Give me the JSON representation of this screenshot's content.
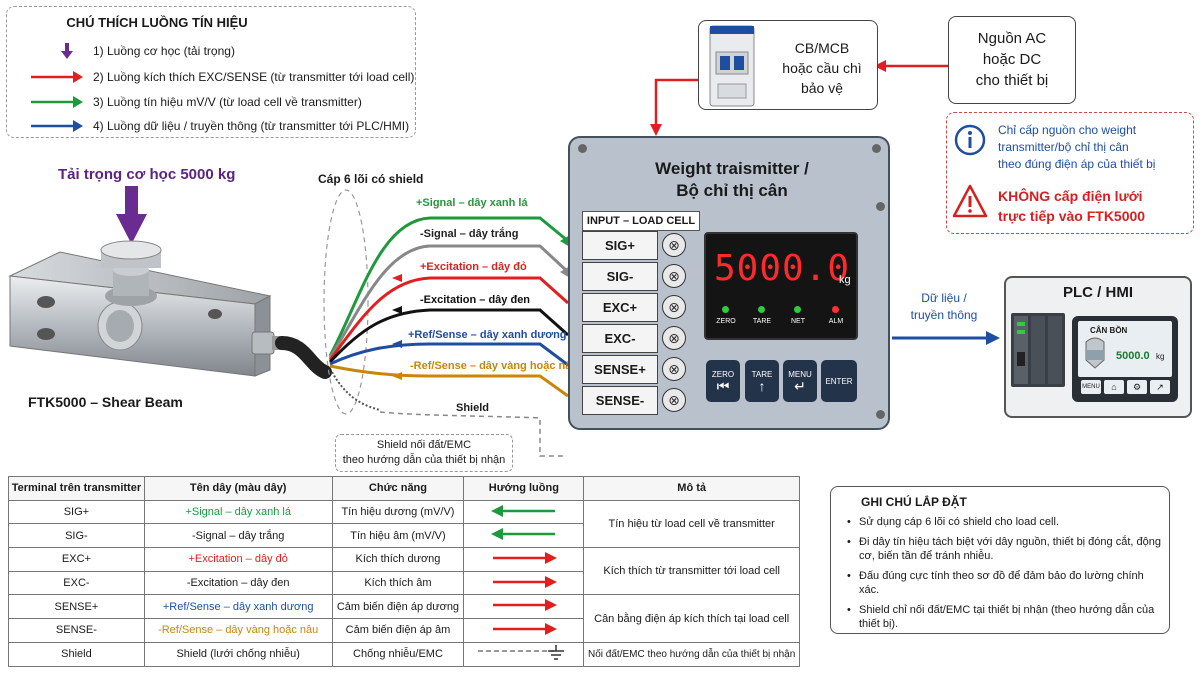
{
  "legend": {
    "title": "CHÚ THÍCH LUỒNG TÍN HIỆU",
    "items": [
      {
        "label": "1) Luồng cơ học (tải trọng)",
        "color": "#6a2c91"
      },
      {
        "label": "2) Luồng kích thích EXC/SENSE (từ transmitter tới load cell)",
        "color": "#e02020"
      },
      {
        "label": "3) Luồng tín hiệu mV/V (từ load cell về transmitter)",
        "color": "#1e9a3c"
      },
      {
        "label": "4) Luồng dữ liệu / truyền thông (từ transmitter tới PLC/HMI)",
        "color": "#1f4ea0"
      }
    ]
  },
  "load": {
    "label": "Tải trọng cơ học 5000 kg"
  },
  "loadcell": {
    "label": "FTK5000 – Shear Beam"
  },
  "cable": {
    "label": "Cáp 6 lõi có shield"
  },
  "wires": [
    {
      "label": "+Signal – dây xanh lá",
      "color": "#1e9a3c"
    },
    {
      "label": "-Signal – dây trắng",
      "color": "#888888"
    },
    {
      "label": "+Excitation – dây đỏ",
      "color": "#e02020"
    },
    {
      "label": "-Excitation – dây đen",
      "color": "#111111"
    },
    {
      "label": "+Ref/Sense – dây xanh dương",
      "color": "#1f4ea0"
    },
    {
      "label": "-Ref/Sense – dây vàng hoặc nâu",
      "color": "#c8860a"
    }
  ],
  "shield": {
    "label": "Shield",
    "note_line1": "Shield nối đất/EMC",
    "note_line2": "theo hướng dẫn của thiết bị nhận"
  },
  "device": {
    "title_line1": "Weight traismitter /",
    "title_line2": "Bộ chỉ thị cân",
    "input_label": "INPUT – LOAD CELL",
    "terminals": [
      "SIG+",
      "SIG-",
      "EXC+",
      "EXC-",
      "SENSE+",
      "SENSE-"
    ],
    "display_value": "5000.0",
    "display_unit": "kg",
    "leds": [
      {
        "label": "ZERO",
        "color": "#2ecc40"
      },
      {
        "label": "TARE",
        "color": "#2ecc40"
      },
      {
        "label": "NET",
        "color": "#2ecc40"
      },
      {
        "label": "ALM",
        "color": "#ff3030"
      }
    ],
    "keys": [
      {
        "label": "ZERO",
        "icon": "⏮"
      },
      {
        "label": "TARE",
        "icon": "↑"
      },
      {
        "label": "MENU",
        "icon": "↵"
      },
      {
        "label": "ENTER",
        "icon": ""
      }
    ]
  },
  "breaker": {
    "line1": "CB/MCB",
    "line2": "hoặc cầu chì",
    "line3": "bảo vệ"
  },
  "power": {
    "line1": "Nguồn AC",
    "line2": "hoặc DC",
    "line3": "cho thiết bị"
  },
  "info_note": {
    "line1": "Chỉ cấp nguồn cho weight",
    "line2": "transmitter/bộ chỉ thị cân",
    "line3": "theo đúng điện áp của thiết bị"
  },
  "warning_note": {
    "line1": "KHÔNG cấp điện lưới",
    "line2": "trực tiếp vào FTK5000"
  },
  "data_link": {
    "line1": "Dữ liệu /",
    "line2": "truyền thông"
  },
  "plc": {
    "title": "PLC / HMI",
    "hmi_title": "CÂN BỒN",
    "hmi_value": "5000.0",
    "hmi_unit": "kg",
    "hmi_menu": "MENU"
  },
  "table": {
    "headers": [
      "Terminal trên transmitter",
      "Tên dây (màu dây)",
      "Chức năng",
      "Hướng luồng",
      "Mô tả"
    ],
    "rows": [
      {
        "terminal": "SIG+",
        "wire": "+Signal – dây xanh lá",
        "wire_color": "#1e9a3c",
        "function": "Tín hiệu dương (mV/V)",
        "direction": "left"
      },
      {
        "terminal": "SIG-",
        "wire": "-Signal – dây trắng",
        "wire_color": "#222222",
        "function": "Tín hiệu âm (mV/V)",
        "direction": "left"
      },
      {
        "terminal": "EXC+",
        "wire": "+Excitation – dây đỏ",
        "wire_color": "#e02020",
        "function": "Kích thích dương",
        "direction": "right"
      },
      {
        "terminal": "EXC-",
        "wire": "-Excitation – dây đen",
        "wire_color": "#222222",
        "function": "Kích thích âm",
        "direction": "right"
      },
      {
        "terminal": "SENSE+",
        "wire": "+Ref/Sense – dây xanh dương",
        "wire_color": "#1f4ea0",
        "function": "Cảm biến điện áp dương",
        "direction": "right"
      },
      {
        "terminal": "SENSE-",
        "wire": "-Ref/Sense – dây vàng hoặc nâu",
        "wire_color": "#c8860a",
        "function": "Cảm biến điện áp âm",
        "direction": "right"
      },
      {
        "terminal": "Shield",
        "wire": "Shield (lưới chống nhiễu)",
        "wire_color": "#222222",
        "function": "Chống nhiễu/EMC",
        "direction": "ground"
      }
    ],
    "descriptions": [
      "Tín hiệu từ load cell về transmitter",
      "Kích thích từ transmitter tới load cell",
      "Cân bằng điện áp kích thích tại load cell",
      "Nối đất/EMC theo hướng dẫn của thiết bị nhận"
    ]
  },
  "notes": {
    "title": "GHI CHÚ LẮP ĐẶT",
    "items": [
      "Sử dụng cáp 6 lõi có shield cho load cell.",
      "Đi dây tín hiệu tách biệt với dây nguồn, thiết bị đóng cắt, động cơ, biến tần để tránh nhiễu.",
      "Đấu đúng cực tính theo sơ đồ để đảm bảo đo lường chính xác.",
      "Shield chỉ nối đất/EMC tại thiết bị nhận (theo hướng dẫn của thiết bị)."
    ]
  }
}
